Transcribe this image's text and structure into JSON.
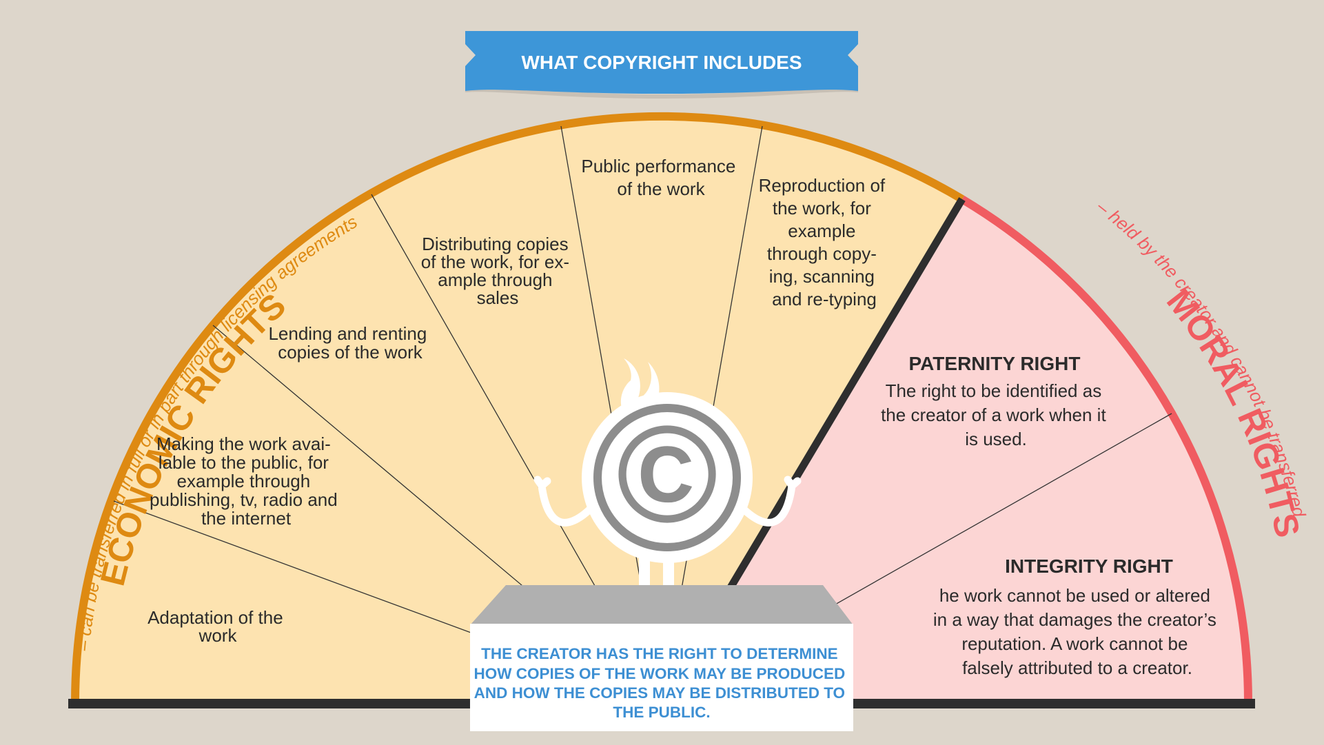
{
  "banner": {
    "title": "WHAT COPYRIGHT INCLUDES"
  },
  "economic": {
    "title": "ECONOMIC RIGHTS",
    "subtitle": "– can be transferred in full or in part through licensing agreements",
    "segments": [
      {
        "name": "adaptation",
        "lines": [
          "Adaptation of the",
          "work"
        ]
      },
      {
        "name": "making-available",
        "lines": [
          "Making the work avai-",
          "lable to the public, for",
          "example through",
          "publishing, tv, radio and",
          "the internet"
        ]
      },
      {
        "name": "lending-renting",
        "lines": [
          "Lending and renting",
          "copies of the work"
        ]
      },
      {
        "name": "distributing",
        "lines": [
          "Distributing copies",
          "of the work, for ex-",
          "ample through",
          "sales"
        ]
      },
      {
        "name": "public-performance",
        "lines": [
          "Public performance",
          "of the work"
        ]
      },
      {
        "name": "reproduction",
        "lines": [
          "Reproduction of",
          "the work, for",
          "example",
          "through copy-",
          "ing, scanning",
          "and re-typing"
        ]
      }
    ]
  },
  "moral": {
    "title": "MORAL RIGHTS",
    "subtitle": "– held by the creator and cannot be transferred",
    "paternity": {
      "title": "PATERNITY RIGHT",
      "lines": [
        "The right to be identified as",
        "the creator of a work when it",
        "is used."
      ]
    },
    "integrity": {
      "title": "INTEGRITY RIGHT",
      "lines": [
        "he work cannot be used or altered",
        "in a way that damages the creator’s",
        "reputation. A work cannot be",
        "falsely attributed to a creator."
      ]
    }
  },
  "creator": {
    "lines": [
      "THE CREATOR HAS THE RIGHT TO DETERMINE",
      "HOW COPIES OF THE WORK MAY BE PRODUCED",
      "AND HOW THE COPIES MAY BE DISTRIBUTED TO",
      "THE PUBLIC."
    ]
  },
  "mascot": {
    "symbol": "©",
    "icon": "copyright-icon"
  },
  "colors": {
    "background": "#ddd6cb",
    "economic_fill": "#fde3b0",
    "economic_accent": "#de8a12",
    "moral_fill": "#fcd5d4",
    "moral_accent": "#f05c61",
    "banner": "#3d96d8",
    "baseline": "#2e2e2e"
  }
}
